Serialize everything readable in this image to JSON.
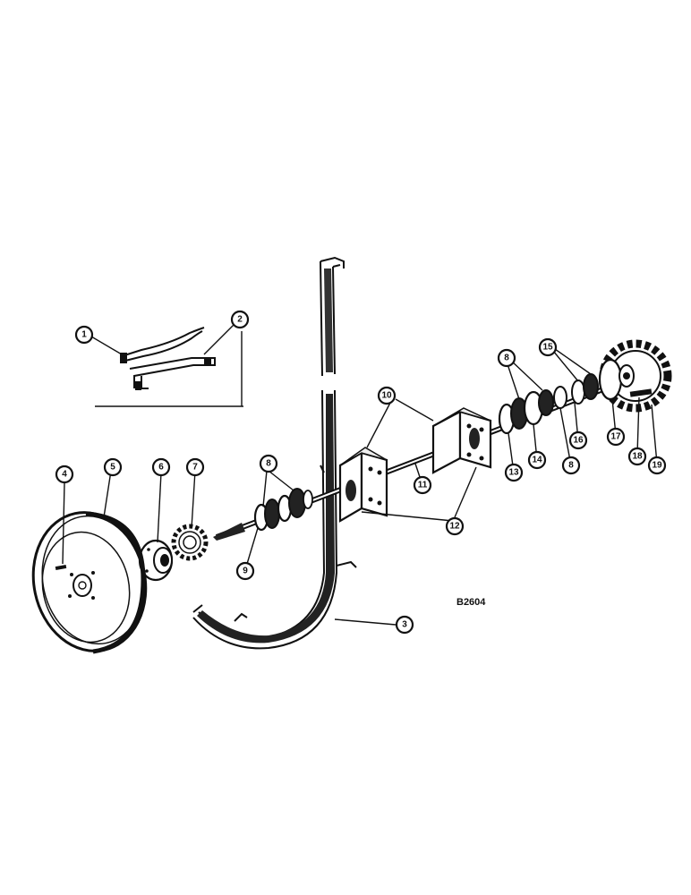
{
  "drawing_code": "B2604",
  "callouts": [
    {
      "id": "c1",
      "label": "1"
    },
    {
      "id": "c2",
      "label": "2"
    },
    {
      "id": "c3",
      "label": "3"
    },
    {
      "id": "c4",
      "label": "4"
    },
    {
      "id": "c5",
      "label": "5"
    },
    {
      "id": "c6",
      "label": "6"
    },
    {
      "id": "c7",
      "label": "7"
    },
    {
      "id": "c8a",
      "label": "8"
    },
    {
      "id": "c8b",
      "label": "8"
    },
    {
      "id": "c8c",
      "label": "8"
    },
    {
      "id": "c9a",
      "label": "9"
    },
    {
      "id": "c10",
      "label": "10"
    },
    {
      "id": "c11",
      "label": "11"
    },
    {
      "id": "c12",
      "label": "12"
    },
    {
      "id": "c13",
      "label": "13"
    },
    {
      "id": "c14",
      "label": "14"
    },
    {
      "id": "c15",
      "label": "15"
    },
    {
      "id": "c16",
      "label": "16"
    },
    {
      "id": "c17",
      "label": "17"
    },
    {
      "id": "c18",
      "label": "18"
    },
    {
      "id": "c19",
      "label": "19"
    }
  ]
}
